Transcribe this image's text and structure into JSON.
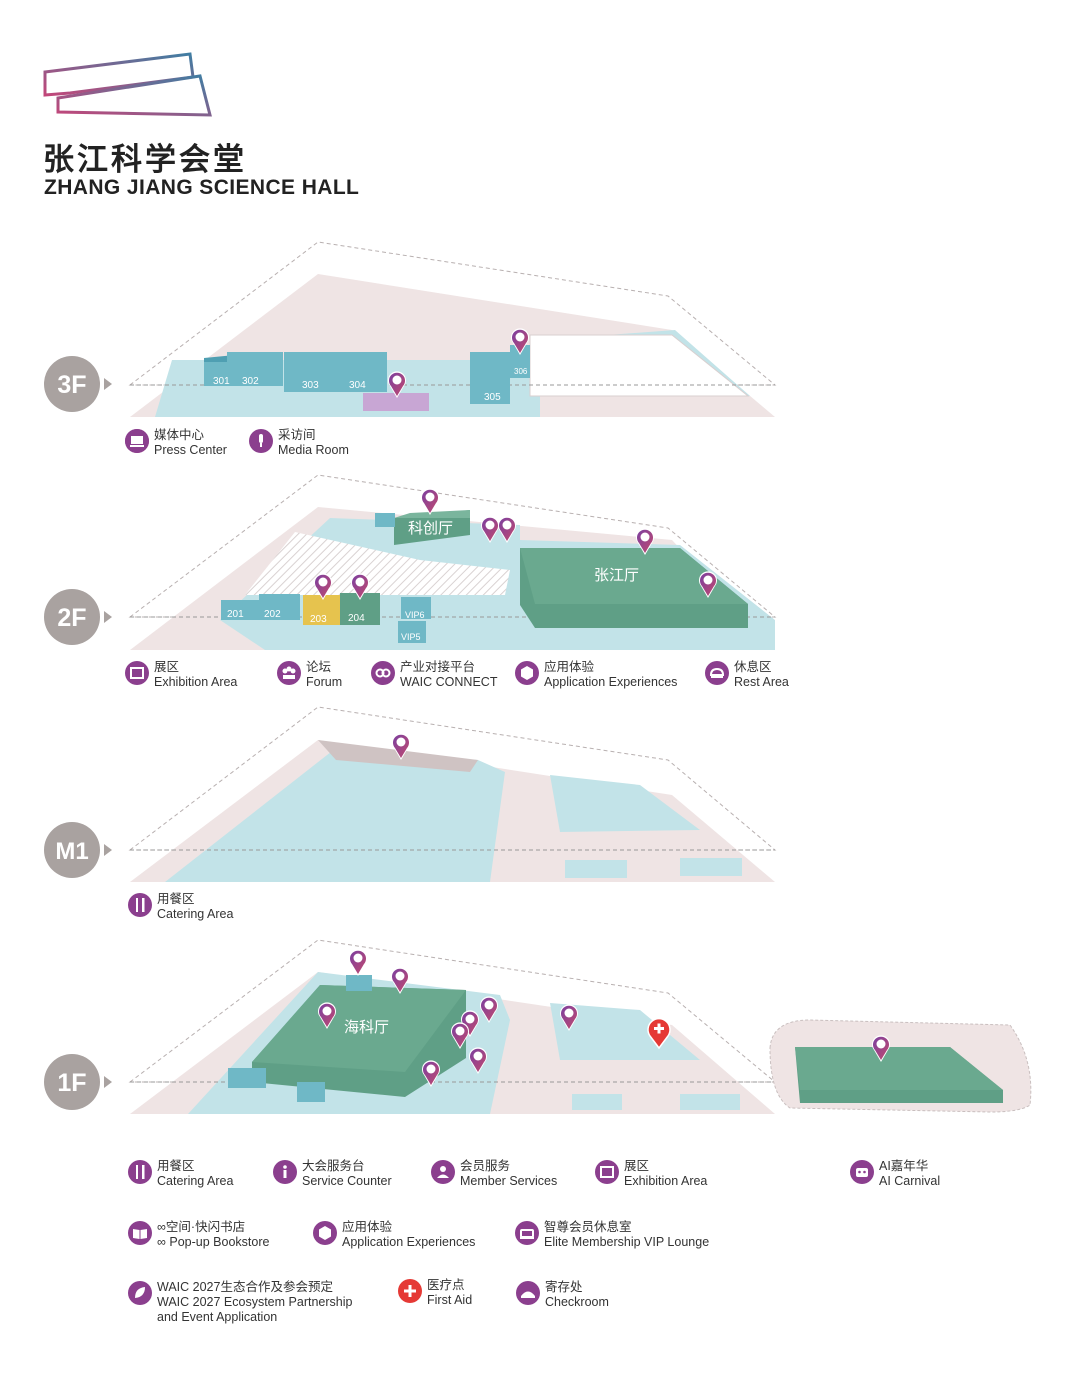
{
  "header": {
    "title_cn": "张江科学会堂",
    "title_en": "ZHANG JIANG SCIENCE HALL"
  },
  "colors": {
    "floor_pink": "#efe4e4",
    "floor_blue": "#c2e3e8",
    "room_blue": "#6fb8c6",
    "hall_green": "#5f9f86",
    "forum_yellow": "#e6c34e",
    "press_purple": "#c8a6d4",
    "badge_gray": "#a9a2a0",
    "marker_gradient_start": "#7b3fa0",
    "marker_gradient_end": "#c24a6e",
    "first_aid_red": "#e53935"
  },
  "floors": {
    "f3": {
      "badge": "3F",
      "rooms": {
        "r301": "301",
        "r302": "302",
        "r303": "303",
        "r304": "304",
        "r305": "305",
        "r306": "306"
      },
      "legend": [
        {
          "cn": "媒体中心",
          "en": "Press Center",
          "icon": "press-center-icon"
        },
        {
          "cn": "采访间",
          "en": "Media Room",
          "icon": "media-room-icon"
        }
      ]
    },
    "f2": {
      "badge": "2F",
      "halls": {
        "kechuang": "科创厅",
        "zhangjiang": "张江厅"
      },
      "rooms": {
        "r201": "201",
        "r202": "202",
        "r203": "203",
        "r204": "204",
        "vip6": "VIP6",
        "vip5": "VIP5"
      },
      "legend": [
        {
          "cn": "展区",
          "en": "Exhibition Area",
          "icon": "exhibition-area-icon"
        },
        {
          "cn": "论坛",
          "en": "Forum",
          "icon": "forum-icon"
        },
        {
          "cn": "产业对接平台",
          "en": "WAIC CONNECT",
          "icon": "waic-connect-icon"
        },
        {
          "cn": "应用体验",
          "en": "Application Experiences",
          "icon": "application-experiences-icon"
        },
        {
          "cn": "休息区",
          "en": "Rest Area",
          "icon": "rest-area-icon"
        }
      ]
    },
    "m1": {
      "badge": "M1",
      "legend": [
        {
          "cn": "用餐区",
          "en": "Catering Area",
          "icon": "catering-icon"
        }
      ]
    },
    "f1": {
      "badge": "1F",
      "halls": {
        "haike": "海科厅"
      },
      "legend": [
        {
          "cn": "用餐区",
          "en": "Catering Area",
          "icon": "catering-icon"
        },
        {
          "cn": "大会服务台",
          "en": "Service Counter",
          "icon": "info-icon"
        },
        {
          "cn": "会员服务",
          "en": "Member Services",
          "icon": "member-services-icon"
        },
        {
          "cn": "展区",
          "en": "Exhibition Area",
          "icon": "exhibition-area-icon"
        },
        {
          "cn": "AI嘉年华",
          "en": "AI Carnival",
          "icon": "robot-icon"
        },
        {
          "cn": "∞空间·快闪书店",
          "en": "∞ Pop-up Bookstore",
          "icon": "book-icon"
        },
        {
          "cn": "应用体验",
          "en": "Application Experiences",
          "icon": "application-experiences-icon"
        },
        {
          "cn": "智尊会员休息室",
          "en": "Elite Membership VIP Lounge",
          "icon": "vip-lounge-icon"
        },
        {
          "cn": "WAIC 2027生态合作及参会预定",
          "en": "WAIC 2027 Ecosystem Partnership",
          "en2": "and Event Application",
          "icon": "leaf-icon"
        },
        {
          "cn": "医疗点",
          "en": "First Aid",
          "icon": "first-aid-icon"
        },
        {
          "cn": "寄存处",
          "en": "Checkroom",
          "icon": "checkroom-icon"
        }
      ]
    }
  }
}
